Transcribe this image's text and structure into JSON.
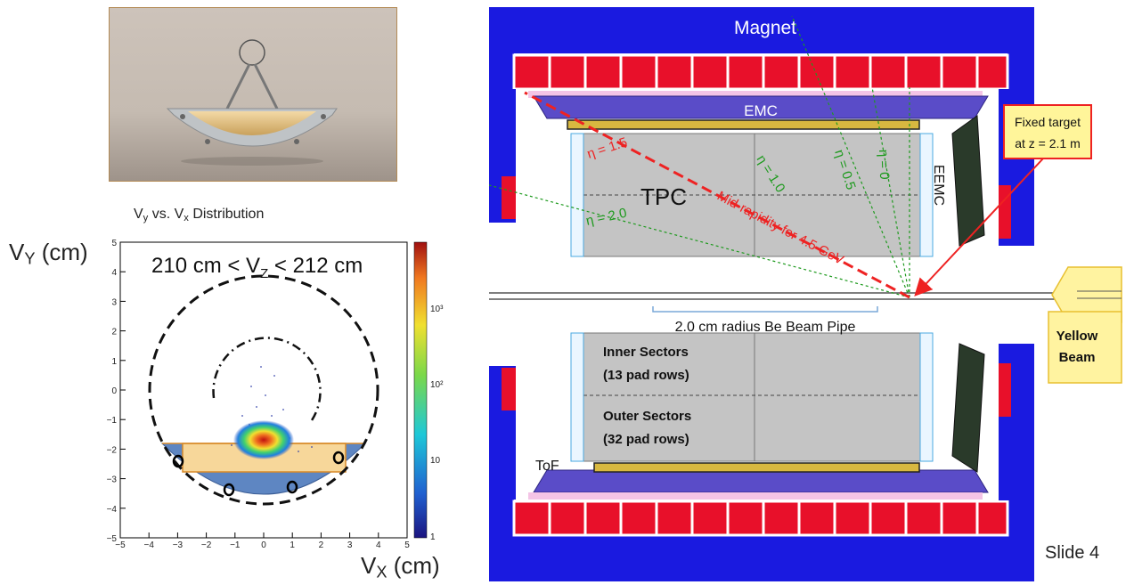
{
  "photo": {
    "description_icon": "target-holder-photo-icon"
  },
  "hist": {
    "title": "V vs. V Distribution",
    "title_main": "V",
    "title_sub_y": "y",
    "title_mid": " vs. V",
    "title_sub_x": "x",
    "title_end": " Distribution",
    "y_axis_main": "V",
    "y_axis_sub": "Y",
    "y_axis_unit": " (cm)",
    "x_axis_main": "V",
    "x_axis_sub": "X",
    "x_axis_unit": " (cm)",
    "cut_text": "210 cm < V",
    "cut_sub": "Z",
    "cut_end": " < 212 cm",
    "x_ticks": [
      "−5",
      "−4",
      "−3",
      "−2",
      "−1",
      "0",
      "1",
      "2",
      "3",
      "4",
      "5"
    ],
    "y_ticks": [
      "5",
      "4",
      "3",
      "2",
      "1",
      "0",
      "−1",
      "−2",
      "−3",
      "−4",
      "−5"
    ],
    "colorbar_ticks": [
      "10³",
      "10²",
      "10",
      "1"
    ]
  },
  "detector": {
    "magnet": "Magnet",
    "emc": "EMC",
    "eemc": "EEMC",
    "tpc": "TPC",
    "fixed_target_line1": "Fixed target",
    "fixed_target_line2": "at z = 2.1 m",
    "mid_rapidity": "Mid-rapidity for 4.5 GeV",
    "eta_15": "η = 1.5",
    "eta_20": "η = 2.0",
    "eta_10": "η = 1.0",
    "eta_05": "η = 0.5",
    "eta_0": "η = 0",
    "beam_pipe": "2.0 cm radius Be Beam Pipe",
    "inner_sectors_1": "Inner Sectors",
    "inner_sectors_2": "(13 pad rows)",
    "outer_sectors_1": "Outer Sectors",
    "outer_sectors_2": "(32 pad rows)",
    "tof": "ToF",
    "yellow_beam_1": "Yellow",
    "yellow_beam_2": "Beam"
  },
  "slide": {
    "label": "Slide 4"
  },
  "colors": {
    "magnet_blue": "#1a1ae0",
    "coil_red": "#e8102a",
    "tpc_gray": "#c4c4c4",
    "emc_purple": "#5a4cc8",
    "green_eta": "#1e9a1e",
    "red_arrow": "#ee2222",
    "callout_yellow": "#fff59a",
    "holder_blue": "#5e86c2",
    "holder_orange": "#f7d79a"
  }
}
